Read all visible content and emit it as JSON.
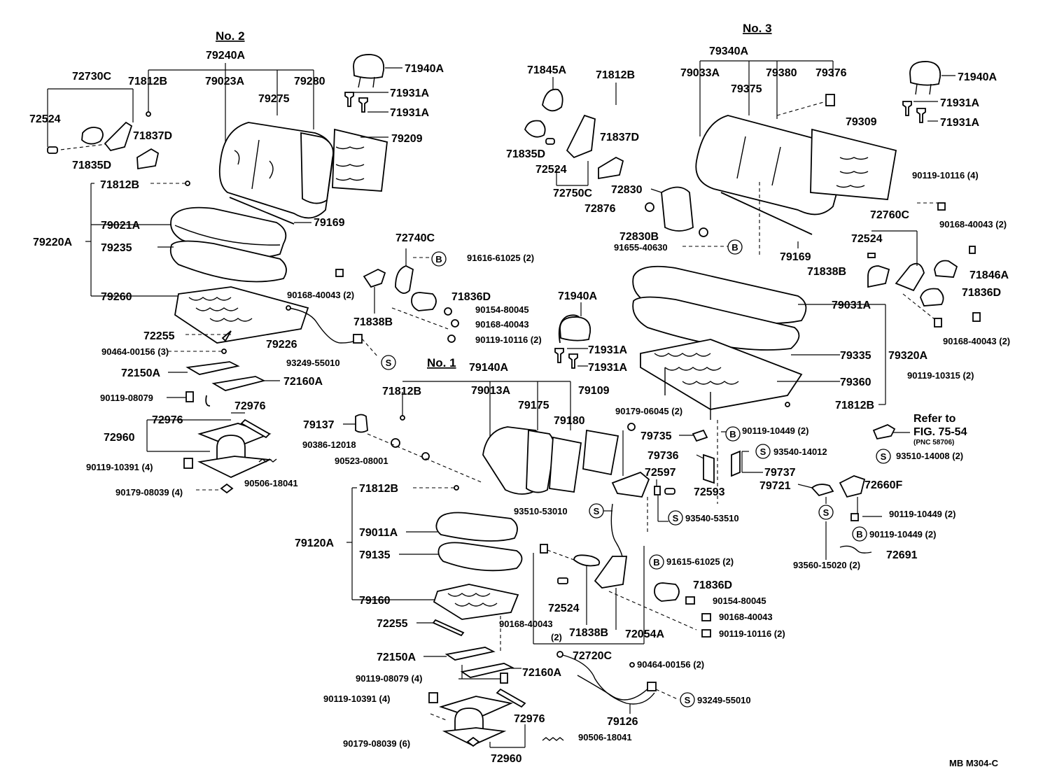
{
  "sections": {
    "no2": "No. 2",
    "no3": "No. 3",
    "no1": "No. 1"
  },
  "symbols": {
    "b": "B",
    "s": "S"
  },
  "refer": {
    "line1": "Refer to",
    "line2": "FIG. 75-54",
    "line3": "(PNC 58706)"
  },
  "footer": "MB  M304-C",
  "labels": {
    "79240A": "79240A",
    "72730C": "72730C",
    "71812B_a": "71812B",
    "79023A": "79023A",
    "79280_a": "79280",
    "79275": "79275",
    "72524_a": "72524",
    "71837D_a": "71837D",
    "71835D_a": "71835D",
    "79209": "79209",
    "71940A_a": "71940A",
    "71931A_a": "71931A",
    "71931A_b": "71931A",
    "71812B_b": "71812B",
    "79021A": "79021A",
    "79169_a": "79169",
    "79220A": "79220A",
    "79235": "79235",
    "79260": "79260",
    "72255_a": "72255",
    "90464-00156_3": "90464-00156 (3)",
    "72150A_a": "72150A",
    "72160A_a": "72160A",
    "90119-08079_a": "90119-08079",
    "72976_a": "72976",
    "72976_b": "72976",
    "72960_a": "72960",
    "90119-10391_4a": "90119-10391 (4)",
    "90506-18041_a": "90506-18041",
    "90179-08039_4": "90179-08039 (4)",
    "72740C": "72740C",
    "91616-61025": "91616-61025 (2)",
    "90168-40043_2a": "90168-40043 (2)",
    "71836D_a": "71836D",
    "90154-80045_a": "90154-80045",
    "90168-40043_a": "90168-40043",
    "71838B_a": "71838B",
    "90119-10116_2a": "90119-10116 (2)",
    "79226": "79226",
    "93249-55010_a": "93249-55010",
    "79340A": "79340A",
    "71845A": "71845A",
    "71812B_c": "71812B",
    "79033A": "79033A",
    "79380": "79380",
    "79376": "79376",
    "79375": "79375",
    "71837D_b": "71837D",
    "71835D_b": "71835D",
    "72524_b": "72524",
    "72750C": "72750C",
    "72830": "72830",
    "72876": "72876",
    "72830B": "72830B",
    "91655-40630": "91655-40630",
    "79169_b": "79169",
    "71940A_b": "71940A",
    "71931A_c": "71931A",
    "71931A_d": "71931A",
    "79309": "79309",
    "90119-10116_4": "90119-10116 (4)",
    "72760C": "72760C",
    "90168-40043_2b": "90168-40043 (2)",
    "72524_c": "72524",
    "71838B_b": "71838B",
    "71846A": "71846A",
    "71836D_b": "71836D",
    "90168-40043_2c": "90168-40043 (2)",
    "79031A": "79031A",
    "79335": "79335",
    "79320A": "79320A",
    "90119-10315_2": "90119-10315 (2)",
    "79360": "79360",
    "71812B_d": "71812B",
    "79140A": "79140A",
    "79013A": "79013A",
    "71812B_e": "71812B",
    "79175": "79175",
    "79109": "79109",
    "79180": "79180",
    "79137": "79137",
    "90386-12018": "90386-12018",
    "90523-08001": "90523-08001",
    "71940A_c": "71940A",
    "71931A_e": "71931A",
    "71931A_f": "71931A",
    "90179-06045_2": "90179-06045 (2)",
    "90119-10449_2a": "90119-10449 (2)",
    "79735": "79735",
    "79736": "79736",
    "93540-14012": "93540-14012",
    "79737": "79737",
    "72597": "72597",
    "72593": "72593",
    "93510-14008_2": "93510-14008 (2)",
    "79721": "79721",
    "72660F": "72660F",
    "71812B_f": "71812B",
    "79011A": "79011A",
    "79120A": "79120A",
    "79135": "79135",
    "79160": "79160",
    "93510-53010": "93510-53010",
    "93540-53510": "93540-53510",
    "90119-10449_2b": "90119-10449 (2)",
    "90119-10449_2c": "90119-10449 (2)",
    "91615-61025": "91615-61025 (2)",
    "72691": "72691",
    "93560-15020_2": "93560-15020 (2)",
    "71836D_c": "71836D",
    "90154-80045_b": "90154-80045",
    "72524_d": "72524",
    "90168-40043_b": "90168-40043",
    "72255_b": "72255",
    "90168-40043_c": "90168-40043",
    "90168-40043_d2": "(2)",
    "71838B_c": "71838B",
    "72054A": "72054A",
    "90119-10116_2b": "90119-10116 (2)",
    "72150A_b": "72150A",
    "72720C": "72720C",
    "90464-00156_2": "90464-00156 (2)",
    "90119-08079_4": "90119-08079 (4)",
    "72160A_b": "72160A",
    "90119-10391_4b": "90119-10391 (4)",
    "72976_c": "72976",
    "93249-55010_b": "93249-55010",
    "79126": "79126",
    "90179-08039_6": "90179-08039 (6)",
    "90506-18041_b": "90506-18041",
    "72960_b": "72960"
  }
}
